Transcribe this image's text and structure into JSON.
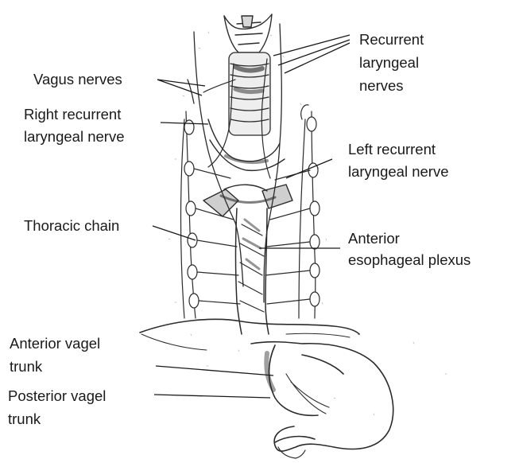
{
  "labels": {
    "recurrent": [
      "Recurrent",
      "laryngeal",
      "nerves"
    ],
    "vagus": "Vagus nerves",
    "right_recurrent": [
      "Right recurrent",
      "laryngeal nerve"
    ],
    "left_recurrent": [
      "Left recurrent",
      "laryngeal nerve"
    ],
    "thoracic": "Thoracic chain",
    "anterior_plexus": [
      "Anterior",
      "esophageal plexus"
    ],
    "anterior_trunk": [
      "Anterior vagel",
      "trunk"
    ],
    "posterior_trunk": [
      "Posterior vagel",
      "trunk"
    ]
  }
}
